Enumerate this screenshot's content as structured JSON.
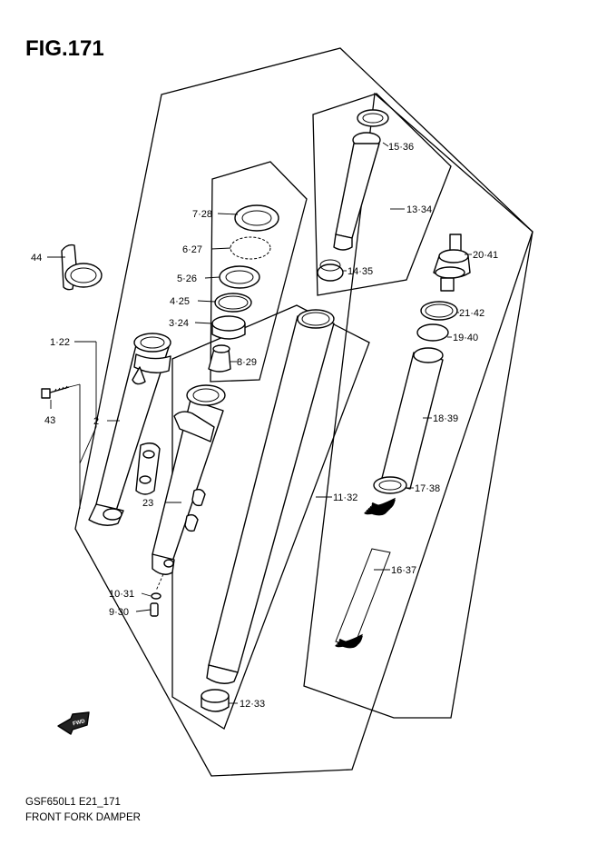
{
  "figure": {
    "title": "FIG.171",
    "footer_code": "GSF650L1 E21_171",
    "footer_name": "FRONT FORK DAMPER"
  },
  "callouts": [
    {
      "key": "c44",
      "label": "44"
    },
    {
      "key": "c7",
      "label": "7·28"
    },
    {
      "key": "c6",
      "label": "6·27"
    },
    {
      "key": "c5",
      "label": "5·26"
    },
    {
      "key": "c4",
      "label": "4·25"
    },
    {
      "key": "c3",
      "label": "3·24"
    },
    {
      "key": "c1",
      "label": "1·22"
    },
    {
      "key": "c8",
      "label": "8·29"
    },
    {
      "key": "c2",
      "label": "2"
    },
    {
      "key": "c43",
      "label": "43"
    },
    {
      "key": "c23",
      "label": "23"
    },
    {
      "key": "c10",
      "label": "10·31"
    },
    {
      "key": "c9",
      "label": "9·30"
    },
    {
      "key": "c15",
      "label": "15·36"
    },
    {
      "key": "c13",
      "label": "13·34"
    },
    {
      "key": "c14",
      "label": "14·35"
    },
    {
      "key": "c20",
      "label": "20·41"
    },
    {
      "key": "c21",
      "label": "21·42"
    },
    {
      "key": "c19",
      "label": "19·40"
    },
    {
      "key": "c18",
      "label": "18·39"
    },
    {
      "key": "c17",
      "label": "17·38"
    },
    {
      "key": "c11",
      "label": "11·32"
    },
    {
      "key": "c16",
      "label": "16·37"
    },
    {
      "key": "c12",
      "label": "12·33"
    }
  ],
  "icons": {
    "fwd_arrow": "fwd-arrow-icon",
    "fwd_text": "FWD"
  },
  "colors": {
    "ink": "#000000",
    "paper": "#ffffff"
  }
}
